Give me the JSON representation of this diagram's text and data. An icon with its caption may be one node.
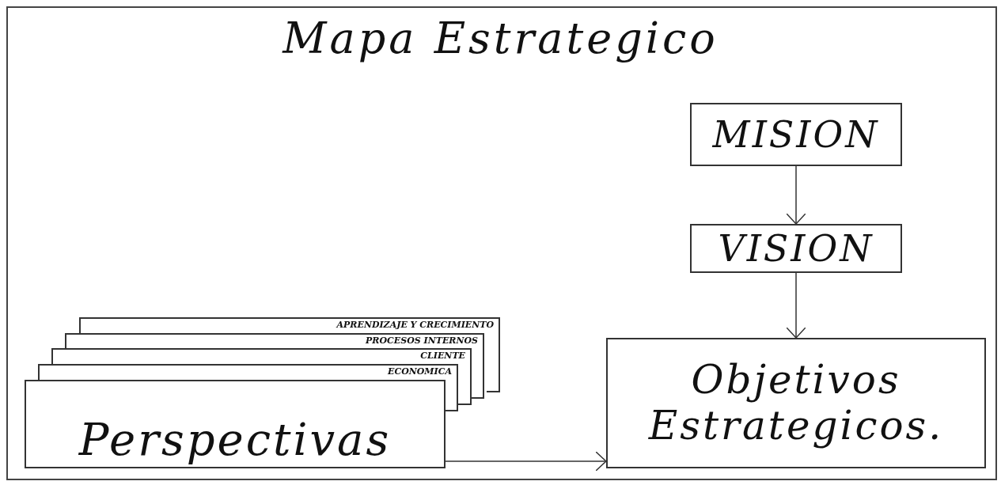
{
  "diagram": {
    "title": "Mapa Estrategico",
    "nodes": [
      {
        "text": [
          "Perspectivas"
        ]
      },
      {
        "text": [
          "ECONOMICA"
        ]
      },
      {
        "text": [
          "CLIENTE"
        ]
      },
      {
        "text": [
          "PROCESOS INTERNOS"
        ]
      },
      {
        "text": [
          "APRENDIZAJE Y CRECIMIENTO"
        ]
      },
      {
        "text": [
          "MISION"
        ]
      },
      {
        "text": [
          "VISION"
        ]
      },
      {
        "text": [
          "Objetivos Estrategicos."
        ]
      }
    ],
    "edges": [
      {
        "from": 5,
        "to": 6,
        "arrow": "to"
      },
      {
        "from": 6,
        "to": 7,
        "arrow": "to"
      },
      {
        "from": 0,
        "to": 7,
        "arrow": "to"
      }
    ]
  }
}
